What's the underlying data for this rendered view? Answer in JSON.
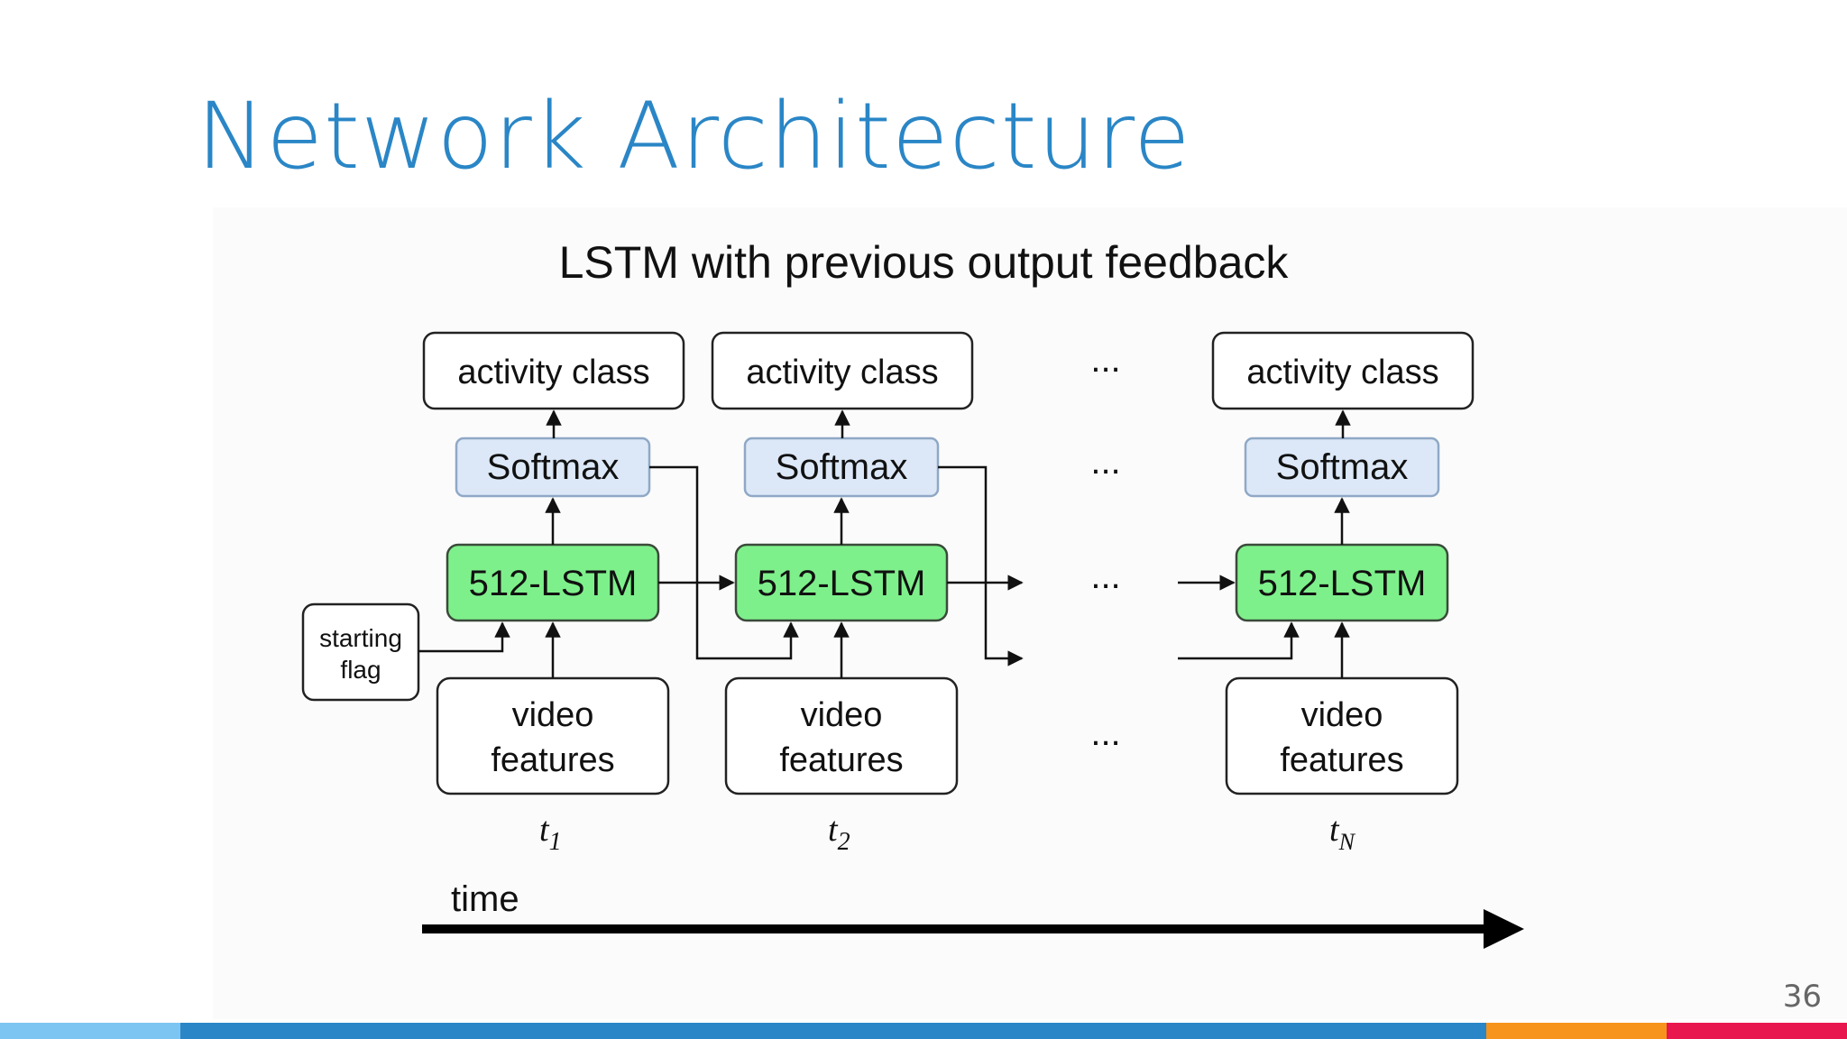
{
  "slide": {
    "title": "Network Architecture",
    "subtitle": "LSTM with previous output feedback",
    "page_number": "36"
  },
  "diagram": {
    "columns": [
      {
        "output_label": "activity class",
        "softmax_label": "Softmax",
        "lstm_label": "512-LSTM",
        "input_line1": "video",
        "input_line2": "features",
        "time_base": "t",
        "time_sub": "1"
      },
      {
        "output_label": "activity class",
        "softmax_label": "Softmax",
        "lstm_label": "512-LSTM",
        "input_line1": "video",
        "input_line2": "features",
        "time_base": "t",
        "time_sub": "2"
      },
      {
        "output_label": "activity class",
        "softmax_label": "Softmax",
        "lstm_label": "512-LSTM",
        "input_line1": "video",
        "input_line2": "features",
        "time_base": "t",
        "time_sub": "N"
      }
    ],
    "start_flag_line1": "starting",
    "start_flag_line2": "flag",
    "ellipsis": "...",
    "time_label": "time"
  },
  "colors": {
    "title": "#2a86c6",
    "softmax_fill": "#dce8f7",
    "lstm_fill": "#7ef08b",
    "footer": [
      "#7cc4f2",
      "#2a86c6",
      "#f7941d",
      "#e8174e"
    ]
  }
}
